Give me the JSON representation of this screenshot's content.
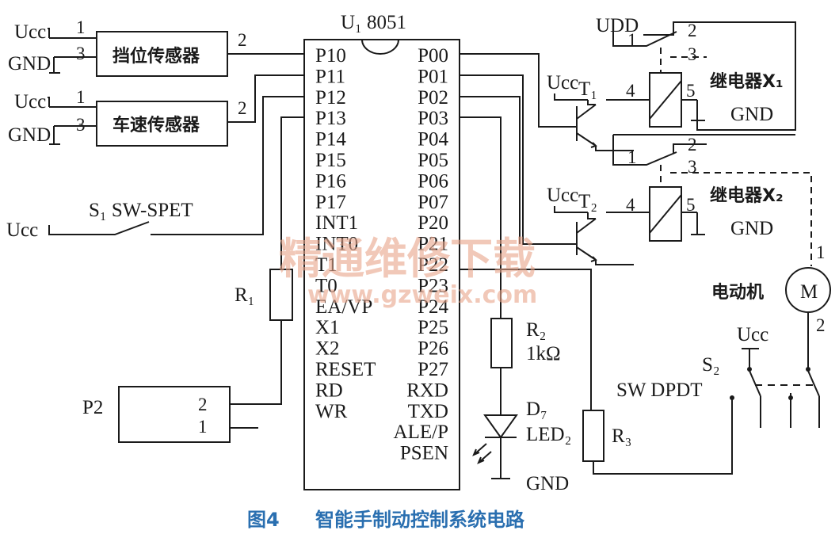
{
  "chip": {
    "name": "U₁ 8051"
  },
  "pins_left": [
    "P10",
    "P11",
    "P12",
    "P13",
    "P14",
    "P15",
    "P16",
    "P17",
    "INT1",
    "INT0",
    "T1",
    "T0",
    "EA/VP",
    "X1",
    "X2",
    "RESET",
    "RD",
    "WR"
  ],
  "pins_right": [
    "P00",
    "P01",
    "P02",
    "P03",
    "P04",
    "P05",
    "P06",
    "P07",
    "P20",
    "P21",
    "P22",
    "P23",
    "P24",
    "P25",
    "P26",
    "P27",
    "RXD",
    "TXD",
    "ALE/P",
    "PSEN"
  ],
  "sensor1": {
    "label": "挡位传感器",
    "vcc": "Ucc",
    "gnd": "GND",
    "pin1": "1",
    "pin3": "3",
    "pin2": "2"
  },
  "sensor2": {
    "label": "车速传感器",
    "vcc": "Ucc",
    "gnd": "GND",
    "pin1": "1",
    "pin3": "3",
    "pin2": "2"
  },
  "switch1": {
    "vcc": "Ucc",
    "label": "S₁ SW-SPET"
  },
  "r1": {
    "label": "R₁"
  },
  "p2": {
    "label": "P2",
    "pin2": "2",
    "pin1": "1"
  },
  "r2": {
    "label": "R₂",
    "value": "1kΩ"
  },
  "d7": {
    "label": "D₇",
    "name": "LED₂",
    "gnd": "GND"
  },
  "r3": {
    "label": "R₃"
  },
  "relay1": {
    "udd": "UDD",
    "p1": "1",
    "p2": "2",
    "p3": "3",
    "vcc": "Ucc",
    "transistor": "T₁",
    "p4": "4",
    "p5": "5",
    "label": "继电器X₁",
    "gnd": "GND"
  },
  "relay2": {
    "p1": "1",
    "p2": "2",
    "p3": "3",
    "vcc": "Ucc",
    "transistor": "T₂",
    "p4": "4",
    "p5": "5",
    "label": "继电器X₂",
    "gnd": "GND"
  },
  "motor": {
    "label": "电动机",
    "symbol": "M",
    "p1": "1",
    "p2": "2"
  },
  "switch2": {
    "vcc": "Ucc",
    "label": "S₂",
    "type": "SW DPDT"
  },
  "caption": {
    "figure": "图4",
    "title": "智能手制动控制系统电路",
    "color": "#2a6fb0"
  },
  "watermark": {
    "line1": "精通维修下载",
    "line2": "www.gzweix.com",
    "color": "#e8a48a"
  }
}
